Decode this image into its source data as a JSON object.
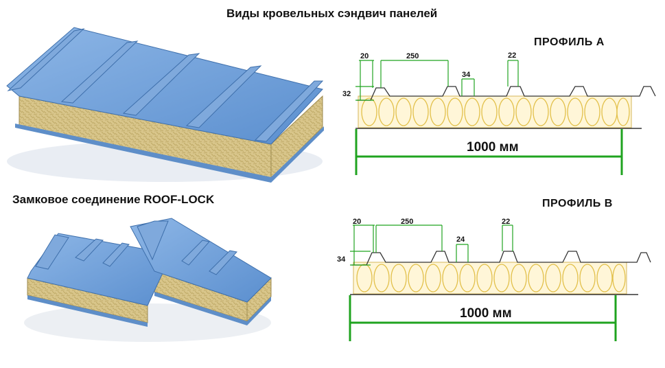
{
  "title": "Виды кровельных сэндвич панелей",
  "lock_joint_label": "Замковое соединение ROOF-LOCK",
  "colors": {
    "panel_blue": "#6f9fd8",
    "panel_blue_dark": "#3e6fab",
    "mineral_wool": "#d8c58a",
    "wool_outline": "#e2c04a",
    "dimension_green": "#1fa31f"
  },
  "profiles": [
    {
      "label": "ПРОФИЛЬ А",
      "dims": {
        "rib_width": "20",
        "pitch": "250",
        "rib_top": "34",
        "rib_top_right": "22",
        "rib_height": "32"
      },
      "width_label": "1000 мм"
    },
    {
      "label": "ПРОФИЛЬ В",
      "dims": {
        "rib_width": "20",
        "pitch": "250",
        "rib_top": "24",
        "rib_top_right": "22",
        "rib_height": "34"
      },
      "width_label": "1000 мм"
    }
  ]
}
